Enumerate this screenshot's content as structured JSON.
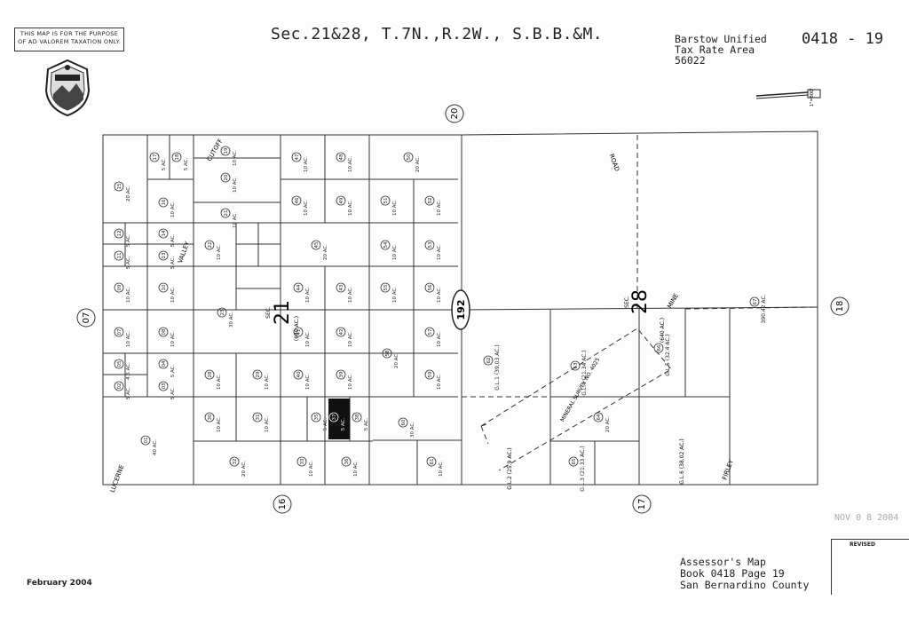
{
  "notice": {
    "line1": "THIS MAP IS FOR THE PURPOSE",
    "line2": "OF AD VALOREM TAXATION ONLY."
  },
  "header": {
    "title": "Sec.21&28, T.7N.,R.2W., S.B.B.&M.",
    "tax_area_line1": "Barstow Unified",
    "tax_area_line2": "Tax Rate Area",
    "tax_area_line3": "56022",
    "book_page": "0418 - 19",
    "scale": "1\"=800'"
  },
  "map": {
    "section_21": "21",
    "section_28": "28",
    "sec_label": "SEC.",
    "section_21_area": "(640 AC.)",
    "section_28_area": "(640 AC.)",
    "adjacent_pages": [
      "20",
      "07",
      "18",
      "16",
      "17"
    ],
    "route": "192",
    "roads": [
      "CUTOFF",
      "VALLEY",
      "ROAD",
      "MINE",
      "LUCERNE",
      "FIRLEY"
    ],
    "survey": "MINERAL SURVEY NO. 4025",
    "parcels": [
      {
        "id": "15",
        "area": "20 AC."
      },
      {
        "id": "17",
        "area": "5 AC."
      },
      {
        "id": "18",
        "area": "5 AC."
      },
      {
        "id": "19",
        "area": "10 AC."
      },
      {
        "id": "20",
        "area": "10 AC."
      },
      {
        "id": "21",
        "area": "10 AC."
      },
      {
        "id": "47",
        "area": "10 AC."
      },
      {
        "id": "48",
        "area": "10 AC."
      },
      {
        "id": "50",
        "area": "20 AC."
      },
      {
        "id": "16",
        "area": "10 AC."
      },
      {
        "id": "46",
        "area": "10 AC."
      },
      {
        "id": "49",
        "area": "10 AC."
      },
      {
        "id": "51",
        "area": "10 AC."
      },
      {
        "id": "52",
        "area": "10 AC."
      },
      {
        "id": "12",
        "area": "5 AC."
      },
      {
        "id": "14",
        "area": "5 AC."
      },
      {
        "id": "22",
        "area": "10 AC."
      },
      {
        "id": "45",
        "area": "20 AC."
      },
      {
        "id": "54",
        "area": "10 AC."
      },
      {
        "id": "53",
        "area": "10 AC."
      },
      {
        "id": "11",
        "area": "5 AC."
      },
      {
        "id": "13",
        "area": "5 AC."
      },
      {
        "id": "09",
        "area": "10 AC."
      },
      {
        "id": "10",
        "area": "10 AC."
      },
      {
        "id": "44",
        "area": "10 AC."
      },
      {
        "id": "43",
        "area": "10 AC."
      },
      {
        "id": "55",
        "area": "10 AC."
      },
      {
        "id": "56",
        "area": "10 AC."
      },
      {
        "id": "07",
        "area": "10 AC."
      },
      {
        "id": "08",
        "area": "10 AC."
      },
      {
        "id": "23",
        "area": "30 AC."
      },
      {
        "id": "41",
        "area": "10 AC."
      },
      {
        "id": "42",
        "area": "10 AC."
      },
      {
        "id": "58",
        "area": "20 AC."
      },
      {
        "id": "57",
        "area": "10 AC."
      },
      {
        "id": "05",
        "area": "4.5 AC."
      },
      {
        "id": "04",
        "area": "5 AC."
      },
      {
        "id": "28",
        "area": "10 AC."
      },
      {
        "id": "29",
        "area": "10 AC."
      },
      {
        "id": "40",
        "area": "10 AC."
      },
      {
        "id": "39",
        "area": "10 AC."
      },
      {
        "id": "59",
        "area": "10 AC."
      },
      {
        "id": "02",
        "area": "5 AC."
      },
      {
        "id": "03",
        "area": "5 AC."
      },
      {
        "id": "01",
        "area": "40 AC."
      },
      {
        "id": "30",
        "area": "10 AC."
      },
      {
        "id": "31",
        "area": "10 AC."
      },
      {
        "id": "35",
        "area": "5 AC."
      },
      {
        "id": "37",
        "area": "5 AC."
      },
      {
        "id": "38",
        "area": "5 AC."
      },
      {
        "id": "60",
        "area": "30 AC."
      },
      {
        "id": "32",
        "area": "20 AC."
      },
      {
        "id": "33",
        "area": "10 AC."
      },
      {
        "id": "36",
        "area": "10 AC."
      },
      {
        "id": "61",
        "area": "10 AC."
      },
      {
        "id": "62",
        "area": "G.L.1 (39.03 AC.)"
      },
      {
        "id": "63",
        "area": "G.L.4 (21.34 AC.)"
      },
      {
        "id": "64",
        "area": "20 AC."
      },
      {
        "id": "65",
        "area": "G.L.3 (21.33 AC.)"
      },
      {
        "id": "66",
        "area": "G.L.5 (32.4 AC.)"
      },
      {
        "id": "67",
        "area": "390.42 AC."
      }
    ],
    "gov_lots": [
      "G.L.1 (39.03 AC.)",
      "G.L.2 (25.9 AC.)",
      "G.L.3 (21.33 AC.)",
      "G.L.4 (21.34 AC.)",
      "G.L.5 (32.4 AC.)",
      "G.L.6 (38.02 AC.)"
    ]
  },
  "footer": {
    "date": "February 2004",
    "assessor_line1": "Assessor's Map",
    "assessor_line2": "Book 0418 Page 19",
    "assessor_line3": "San Bernardino County",
    "stamp": "NOV 0 8 2004",
    "revised_label": "REVISED"
  }
}
